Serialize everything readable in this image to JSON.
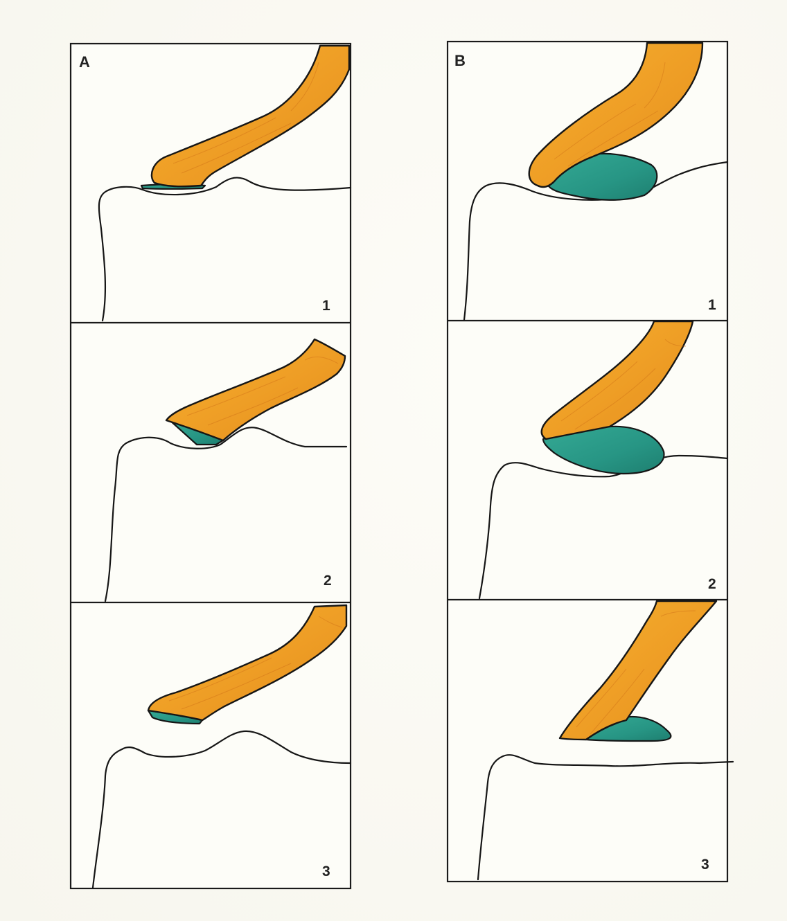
{
  "panels": [
    {
      "letter": "A",
      "steps": [
        "1",
        "2",
        "3"
      ]
    },
    {
      "letter": "B",
      "steps": [
        "1",
        "2",
        "3"
      ]
    }
  ],
  "colors": {
    "instrument": "#f0a42a",
    "instrument_dark": "#e08a1c",
    "material": "#2a9c8a",
    "material_dark": "#1f7d6e",
    "outline": "#161616",
    "paper": "#fbfaf4"
  }
}
